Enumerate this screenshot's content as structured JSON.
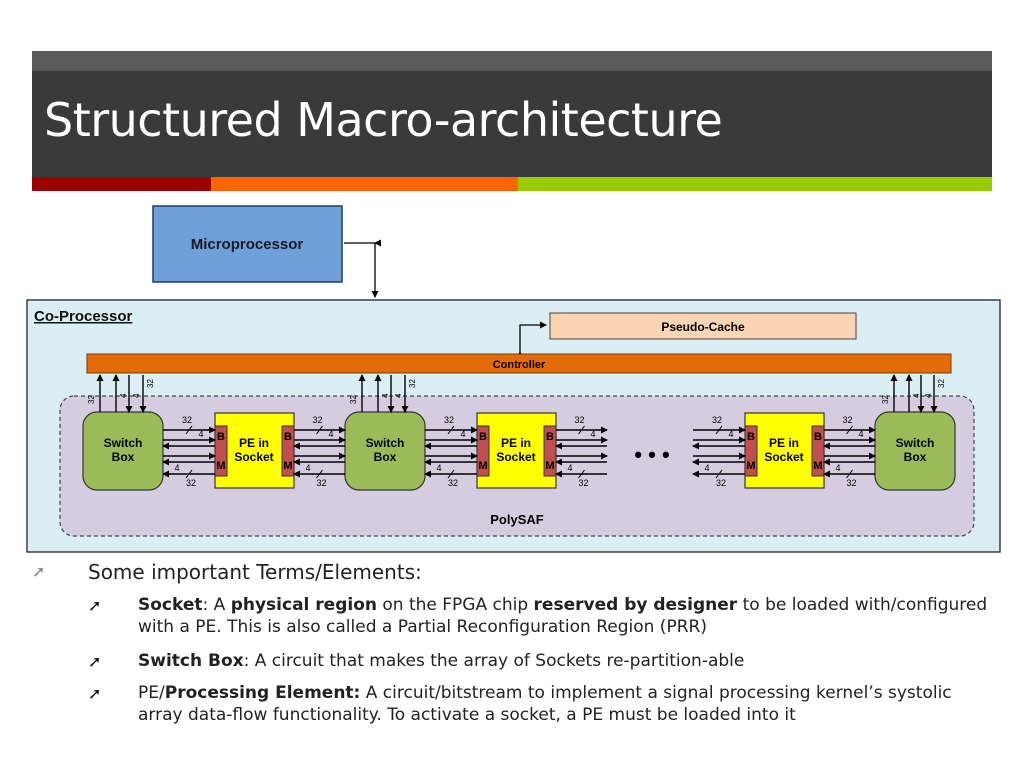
{
  "title": "Structured Macro-architecture",
  "colors": {
    "title_bg": "#3a3a3a",
    "strip": [
      "#9a0000",
      "#ff6600",
      "#99cc00"
    ],
    "microprocessor": "#6fa0dc",
    "coprocessor_bg": "#dbeef3",
    "polysaf_bg": "#d6cce0",
    "controller": "#e36c09",
    "pseudo_cache": "#fbd4b4",
    "switch_box": "#9bbb59",
    "pe_socket": "#ffff00",
    "bm": "#c0504d"
  },
  "diagram": {
    "microprocessor": "Microprocessor",
    "coprocessor": "Co-Processor",
    "pseudo_cache": "Pseudo-Cache",
    "controller": "Controller",
    "polysaf": "PolySAF",
    "switch_box": [
      "Switch",
      "Box"
    ],
    "pe": [
      "PE in",
      "Socket"
    ],
    "b": "B",
    "m": "M",
    "bus32": "32",
    "bus4": "4",
    "ellipsis": "• • •"
  },
  "terms": {
    "heading": "Some important Terms/Elements:",
    "items": [
      {
        "parts": [
          {
            "t": "Socket",
            "b": true
          },
          {
            "t": ":   A ",
            "b": false
          },
          {
            "t": "physical region",
            "b": true
          },
          {
            "t": " on the FPGA chip ",
            "b": false
          },
          {
            "t": "reserved by designer",
            "b": true
          },
          {
            "t": " to be loaded with/configured with a PE. This is also called a Partial Reconfiguration Region (PRR)",
            "b": false
          }
        ]
      },
      {
        "parts": [
          {
            "t": "Switch Box",
            "b": true
          },
          {
            "t": ":  A circuit that makes the array of Sockets re-partition-able",
            "b": false
          }
        ]
      },
      {
        "parts": [
          {
            "t": "PE/",
            "b": false
          },
          {
            "t": "Processing Element:",
            "b": true
          },
          {
            "t": "   A circuit/bitstream to implement a signal processing kernel’s systolic array data-flow functionality. To activate a socket, a PE must be loaded into it",
            "b": false
          }
        ]
      }
    ]
  }
}
